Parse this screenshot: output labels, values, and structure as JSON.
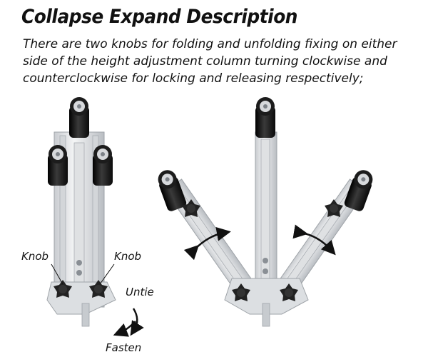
{
  "heading": {
    "title": "Collapse Expand Description",
    "description": "There are two knobs for folding and unfolding fixing on either side of the height adjustment column turning clockwise and counterclockwise for locking and releasing respectively;"
  },
  "labels": {
    "knob_left": "Knob",
    "knob_right": "Knob",
    "untie": "Untie",
    "fasten": "Fasten"
  },
  "colors": {
    "frame": "#e4e6e8",
    "frame_edge": "#9ea3a8",
    "wheel": "#1a1a1a",
    "knob": "#222222",
    "text": "#111111"
  }
}
